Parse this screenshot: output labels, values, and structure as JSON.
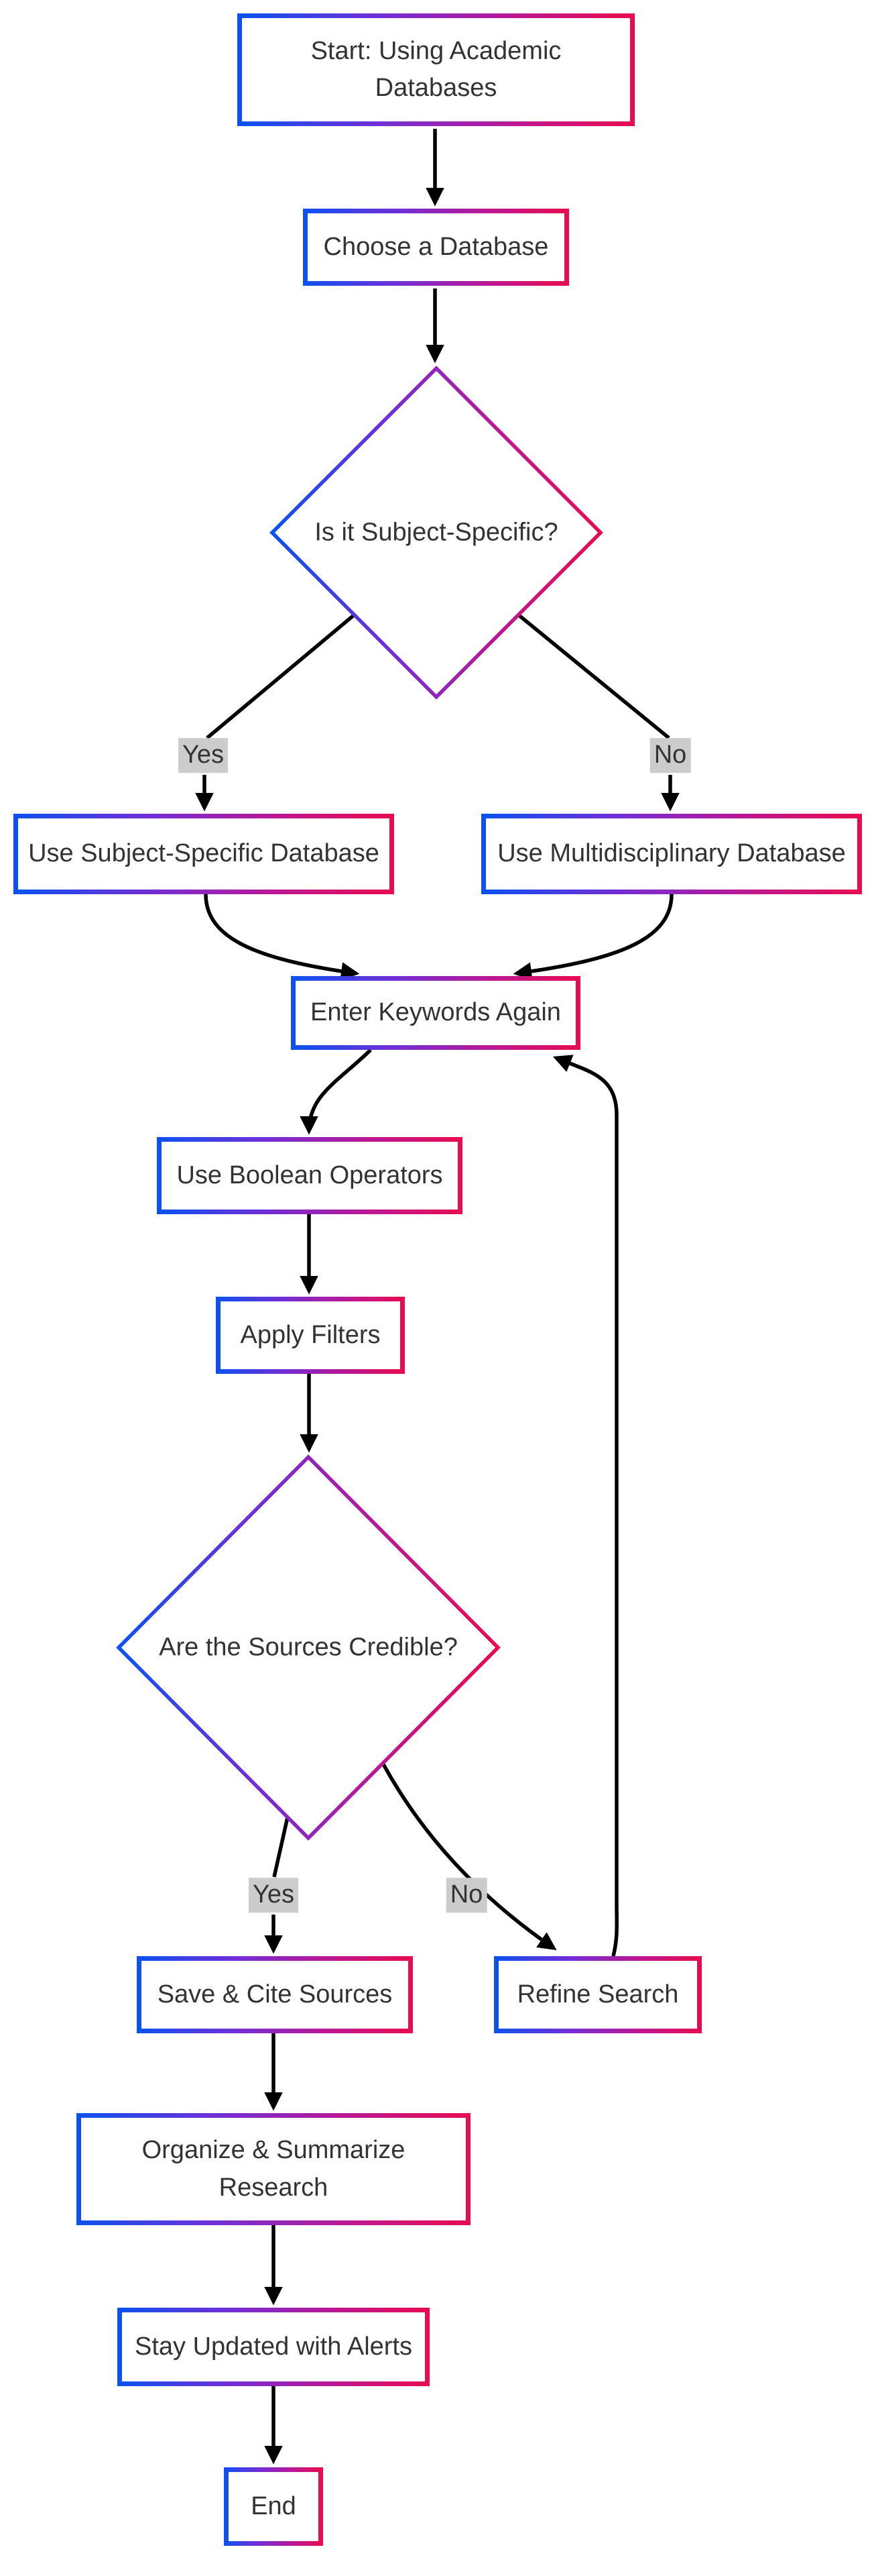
{
  "flowchart": {
    "nodes": {
      "start": {
        "label": "Start: Using Academic Databases",
        "shape": "rect"
      },
      "choose": {
        "label": "Choose a Database",
        "shape": "rect"
      },
      "decision_subject": {
        "label": "Is it Subject-Specific?",
        "shape": "diamond"
      },
      "subject_db": {
        "label": "Use Subject-Specific Database",
        "shape": "rect"
      },
      "multi_db": {
        "label": "Use Multidisciplinary Database",
        "shape": "rect"
      },
      "keywords": {
        "label": "Enter Keywords Again",
        "shape": "rect"
      },
      "boolean_ops": {
        "label": "Use Boolean Operators",
        "shape": "rect"
      },
      "filters": {
        "label": "Apply Filters",
        "shape": "rect"
      },
      "decision_credible": {
        "label": "Are the Sources Credible?",
        "shape": "diamond"
      },
      "save_cite": {
        "label": "Save & Cite Sources",
        "shape": "rect"
      },
      "refine": {
        "label": "Refine Search",
        "shape": "rect"
      },
      "organize": {
        "label": "Organize & Summarize Research",
        "shape": "rect"
      },
      "alerts": {
        "label": "Stay Updated with Alerts",
        "shape": "rect"
      },
      "end": {
        "label": "End",
        "shape": "rect"
      }
    },
    "edge_labels": {
      "yes1": "Yes",
      "no1": "No",
      "yes2": "Yes",
      "no2": "No"
    },
    "colors": {
      "border_gradient_start": "#0b52f0",
      "border_gradient_mid1": "#6f2fd8",
      "border_gradient_mid2": "#bd1791",
      "border_gradient_end": "#e90b4f",
      "edge_line": "#000000",
      "node_text": "#333333",
      "edge_label_bg": "#cccccc",
      "node_fill": "#ffffff",
      "background": "#ffffff"
    }
  }
}
